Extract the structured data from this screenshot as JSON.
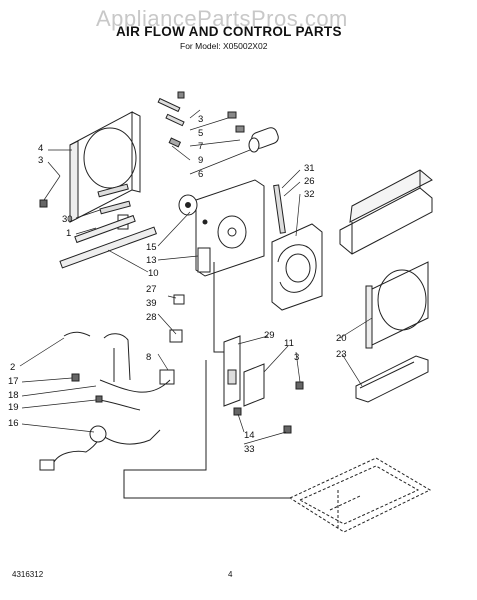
{
  "watermark": "AppliancePartsPros.com",
  "title": "AIR FLOW AND CONTROL PARTS",
  "subtitle": "For Model: X05002X02",
  "footer": {
    "doc_number": "4316312",
    "page_number": "4"
  },
  "part_labels": [
    {
      "id": "l1",
      "text": "1"
    },
    {
      "id": "l2",
      "text": "2"
    },
    {
      "id": "l3a",
      "text": "3"
    },
    {
      "id": "l3b",
      "text": "3"
    },
    {
      "id": "l3c",
      "text": "3"
    },
    {
      "id": "l4",
      "text": "4"
    },
    {
      "id": "l5",
      "text": "5"
    },
    {
      "id": "l6",
      "text": "6"
    },
    {
      "id": "l7",
      "text": "7"
    },
    {
      "id": "l8",
      "text": "8"
    },
    {
      "id": "l9",
      "text": "9"
    },
    {
      "id": "l10",
      "text": "10"
    },
    {
      "id": "l11",
      "text": "11"
    },
    {
      "id": "l13",
      "text": "13"
    },
    {
      "id": "l14",
      "text": "14"
    },
    {
      "id": "l15",
      "text": "15"
    },
    {
      "id": "l16",
      "text": "16"
    },
    {
      "id": "l17",
      "text": "17"
    },
    {
      "id": "l18",
      "text": "18"
    },
    {
      "id": "l19",
      "text": "19"
    },
    {
      "id": "l20",
      "text": "20"
    },
    {
      "id": "l23",
      "text": "23"
    },
    {
      "id": "l26",
      "text": "26"
    },
    {
      "id": "l27",
      "text": "27"
    },
    {
      "id": "l28",
      "text": "28"
    },
    {
      "id": "l29",
      "text": "29"
    },
    {
      "id": "l30",
      "text": "30"
    },
    {
      "id": "l31",
      "text": "31"
    },
    {
      "id": "l32",
      "text": "32"
    },
    {
      "id": "l33",
      "text": "33"
    },
    {
      "id": "l39",
      "text": "39"
    }
  ]
}
